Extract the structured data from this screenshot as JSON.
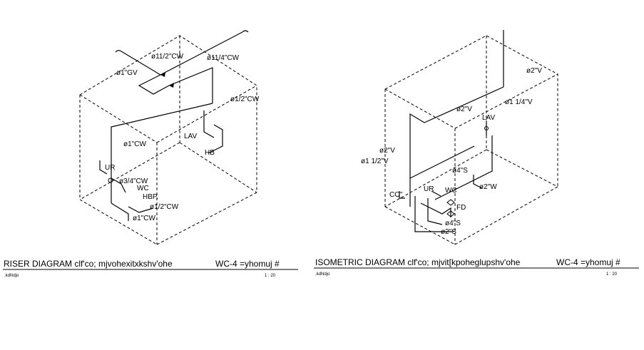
{
  "riser": {
    "labels": {
      "gv": "ø1\"GV",
      "cw_11_2": "ø11/2\"CW",
      "cw_11_4": "ø11/4\"CW",
      "cw_1_2_top": "ø1/2\"CW",
      "lav": "LAV",
      "hb": "HB",
      "cw_1": "ø1\"CW",
      "ur": "UR",
      "cw_3_4": "ø3/4\"CW",
      "wc": "WC",
      "hbp": "HBP.",
      "cw_1_2_bottom": "ø1/2\"CW",
      "cw_1_bottom": "ø1\"CW"
    },
    "title": "RISER  DIAGRAM clf'co; mjvohexitxkshv'ohe",
    "wc_ref": "WC-4  =yhomuj  #",
    "sub": ".kdNdjo",
    "scale": "1 : 20"
  },
  "iso": {
    "labels": {
      "v2_top": "ø2\"V",
      "v2_mid": "ø2\"V",
      "v1_1_4": "ø1  1/4\"V",
      "lav": "LAV",
      "v2_left": "ø2\"V",
      "v1_1_2": "ø1  1/2\"V",
      "s4_top": "ø4\"S",
      "w2": "ø2\"W",
      "co": "CO\"",
      "ur": "UR",
      "wc": "WC",
      "fd": "FD",
      "s4_bottom": "ø4\"S",
      "s2": "ø2\"S"
    },
    "title": "ISOMETRIC  DIAGRAM clf'co; mjvit[kpoheglupshv'ohe",
    "wc_ref": "WC-4  =yhomuj  #",
    "sub": ".kdNdjo",
    "scale": "1 : 20"
  }
}
